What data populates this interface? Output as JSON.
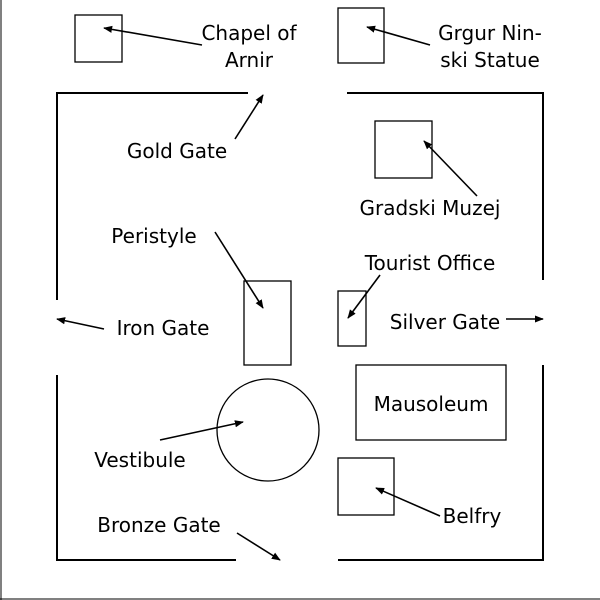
{
  "map": {
    "labels": {
      "chapel_line1": "Chapel of",
      "chapel_line2": "Arnir",
      "statue_line1": "Grgur Nin-",
      "statue_line2": "ski Statue",
      "gold_gate": "Gold Gate",
      "gradski_muzej": "Gradski Muzej",
      "peristyle": "Peristyle",
      "tourist_office": "Tourist Office",
      "iron_gate": "Iron Gate",
      "silver_gate": "Silver Gate",
      "mausoleum": "Mausoleum",
      "vestibule": "Vestibule",
      "bronze_gate": "Bronze Gate",
      "belfry": "Belfry"
    },
    "colors": {
      "ink": "#000000",
      "background": "#ffffff"
    }
  }
}
